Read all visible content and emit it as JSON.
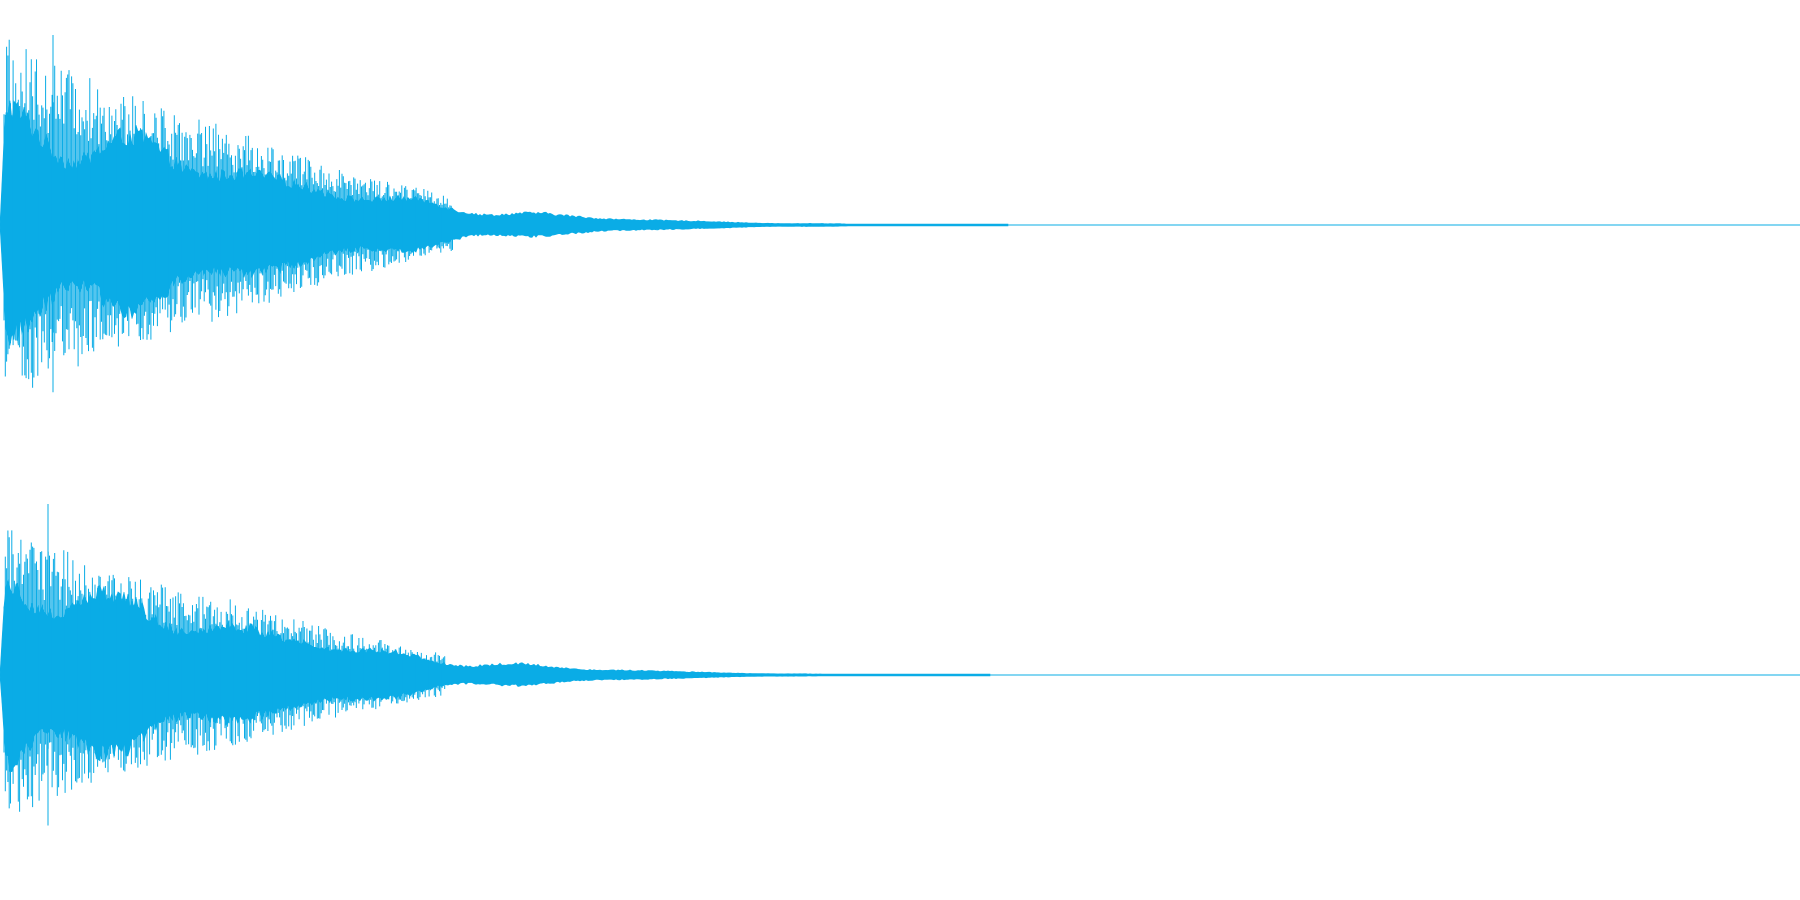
{
  "waveform": {
    "background_color": "#ffffff",
    "wave_color": "#0aace6",
    "channels": [
      {
        "id": "left",
        "peak_level": 1.0,
        "decay_envelope": [
          1.0,
          0.72,
          0.52,
          0.3,
          0.16,
          0.08,
          0.04,
          0.015,
          0.004,
          0.0
        ],
        "signal_end_fraction": 0.56
      },
      {
        "id": "right",
        "peak_level": 0.9,
        "decay_envelope": [
          0.9,
          0.62,
          0.46,
          0.27,
          0.13,
          0.07,
          0.035,
          0.012,
          0.003,
          0.0
        ],
        "signal_end_fraction": 0.55
      }
    ]
  }
}
